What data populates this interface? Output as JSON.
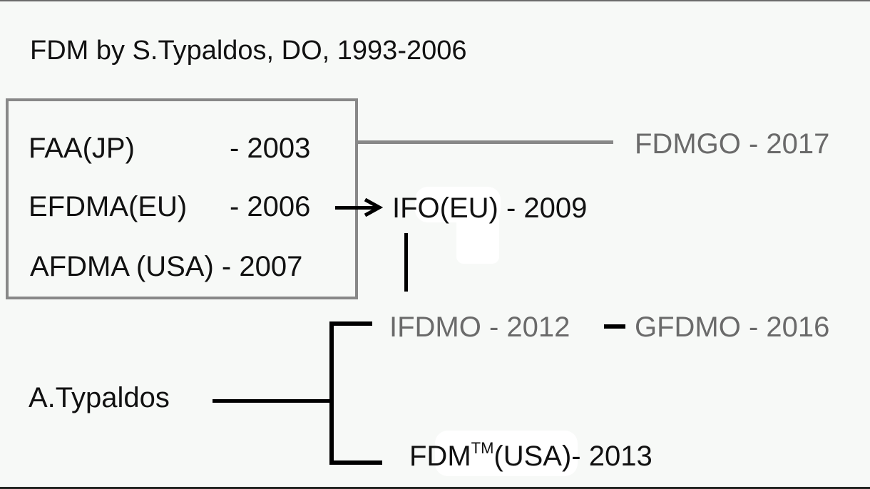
{
  "title": "FDM by S.Typaldos, DO, 1993-2006",
  "associations": [
    {
      "name": "FAA(JP)",
      "year": "- 2003"
    },
    {
      "name": "EFDMA(EU)",
      "year": "- 2006"
    },
    {
      "name": "AFDMA (USA) - 2007",
      "year": ""
    }
  ],
  "nodes": {
    "fdmgo": "FDMGO - 2017",
    "ifo": "IFO(EU) - 2009",
    "ifdmo": "IFDMO - 2012",
    "gfdmo": "GFDMO - 2016",
    "a_typaldos": "A.Typaldos",
    "fdm_usa_prefix": "FDM",
    "fdm_usa_tm": "TM",
    "fdm_usa_suffix": "(USA)- 2013"
  },
  "colors": {
    "background": "#f7f9f7",
    "text_dark": "#111111",
    "text_gray": "#6a6a6a",
    "box_border": "#888888",
    "connector_dark": "#000000",
    "connector_gray": "#888888"
  }
}
